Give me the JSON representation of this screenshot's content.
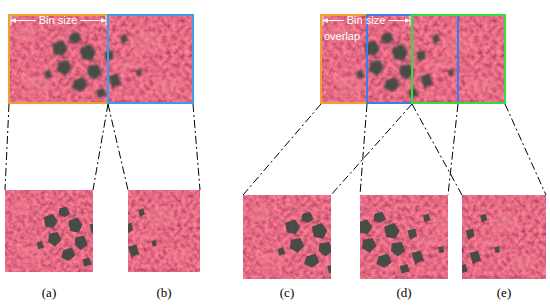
{
  "diagram": {
    "labels": [
      "Bin size",
      "Bin size",
      "overlap",
      "(a)",
      "(b)",
      "(c)",
      "(d)",
      "(e)"
    ]
  }
}
